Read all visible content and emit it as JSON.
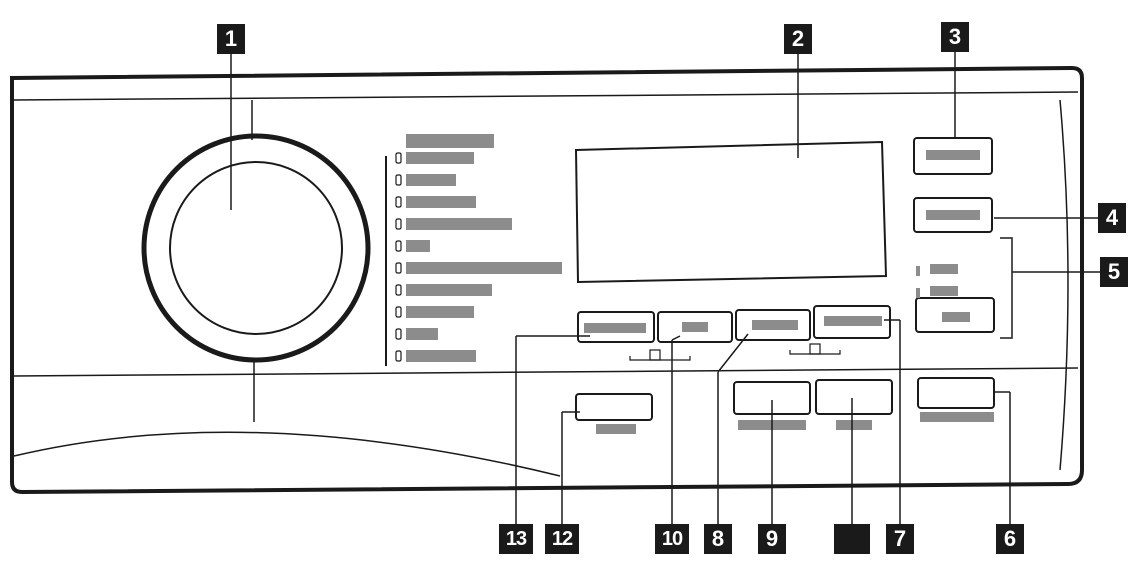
{
  "callouts": [
    {
      "id": "1",
      "text": "1"
    },
    {
      "id": "2",
      "text": "2"
    },
    {
      "id": "3",
      "text": "3"
    },
    {
      "id": "4",
      "text": "4"
    },
    {
      "id": "5",
      "text": "5"
    },
    {
      "id": "6",
      "text": "6"
    },
    {
      "id": "7",
      "text": "7"
    },
    {
      "id": "blank",
      "text": ""
    },
    {
      "id": "9",
      "text": "9"
    },
    {
      "id": "8",
      "text": "8"
    },
    {
      "id": "10",
      "text": "10"
    },
    {
      "id": "12",
      "text": "12"
    },
    {
      "id": "13",
      "text": "13"
    }
  ],
  "colors": {
    "outline": "#1a1a1a",
    "label_bar": "#8c8c8c",
    "label_fill": "#1a1a1a",
    "label_text": "#ffffff"
  }
}
